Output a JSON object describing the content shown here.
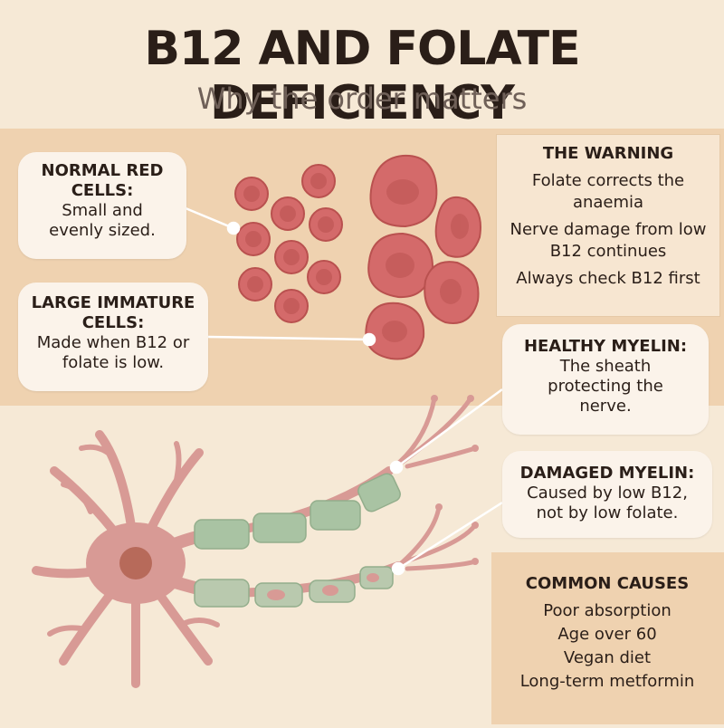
{
  "header": {
    "title": "B12 AND FOLATE DEFICIENCY",
    "subtitle": "Why the order matters"
  },
  "warning": {
    "heading": "THE WARNING",
    "lines": [
      "Folate corrects the anaemia",
      "Nerve damage from low B12 continues",
      "Always check B12 first"
    ]
  },
  "callouts": {
    "normal_cells": {
      "heading": "NORMAL RED CELLS:",
      "body": "Small and evenly sized."
    },
    "large_cells": {
      "heading": "LARGE IMMATURE CELLS:",
      "body": "Made when B12 or folate is low."
    },
    "healthy_myelin": {
      "heading": "HEALTHY MYELIN:",
      "body": "The sheath protecting the nerve."
    },
    "damaged_myelin": {
      "heading": "DAMAGED MYELIN:",
      "body": "Caused by low B12, not by low folate."
    }
  },
  "causes": {
    "heading": "COMMON CAUSES",
    "items": [
      "Poor absorption",
      "Age over 60",
      "Vegan diet",
      "Long-term metformin"
    ]
  },
  "colors": {
    "red_cell": "#d46a6a",
    "neuron": "#d89a95",
    "myelin_healthy": "#a9c3a3",
    "myelin_damaged": "#b9c9ae"
  }
}
